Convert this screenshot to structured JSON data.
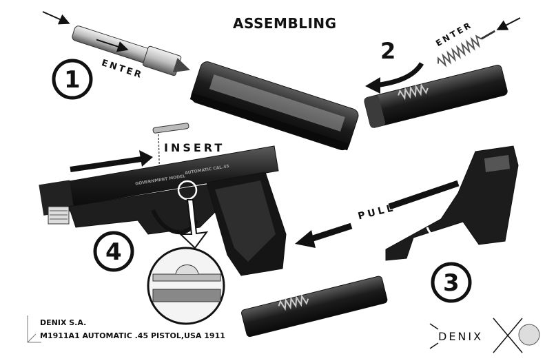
{
  "title": "ASSEMBLING",
  "steps": [
    {
      "number": "1",
      "label": "ENTER"
    },
    {
      "number": "2",
      "label": "ENTER"
    },
    {
      "number": "3",
      "label": "PULL"
    },
    {
      "number": "4",
      "label": "INSERT"
    }
  ],
  "slide_engraving": {
    "left": "GOVERNMENT MODEL",
    "right": "AUTOMATIC CAL.45"
  },
  "footer": {
    "company": "DENIX S.A.",
    "model": "M1911A1 AUTOMATIC .45 PISTOL,USA 1911"
  },
  "brand_logo": "DENIX",
  "colors": {
    "ink": "#111111",
    "background": "#ffffff",
    "metal": "#2a2a2a"
  }
}
